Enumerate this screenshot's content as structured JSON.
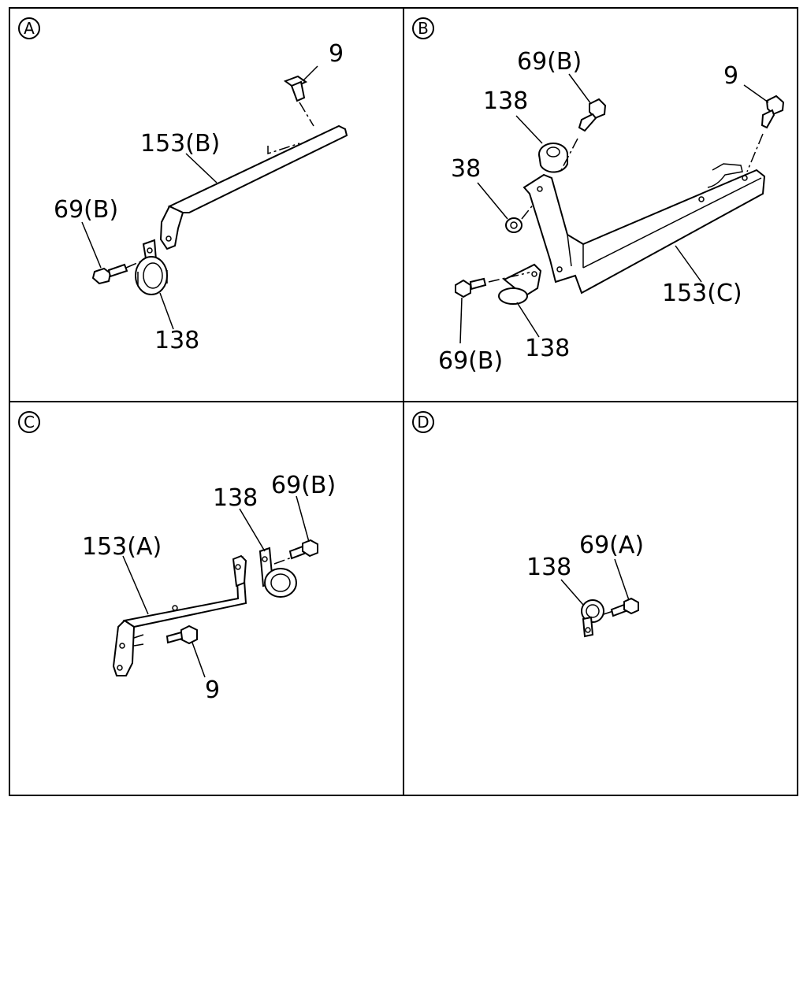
{
  "panels": [
    {
      "letter": "A",
      "labels": {
        "p9": "9",
        "p153": "153(B)",
        "p69": "69(B)",
        "p138": "138"
      }
    },
    {
      "letter": "B",
      "labels": {
        "p69a": "69(B)",
        "p138a": "138",
        "p9": "9",
        "p38": "38",
        "p153": "153(C)",
        "p69b": "69(B)",
        "p138b": "138"
      }
    },
    {
      "letter": "C",
      "labels": {
        "p138": "138",
        "p69": "69(B)",
        "p153": "153(A)",
        "p9": "9"
      }
    },
    {
      "letter": "D",
      "labels": {
        "p138": "138",
        "p69": "69(A)"
      }
    }
  ]
}
